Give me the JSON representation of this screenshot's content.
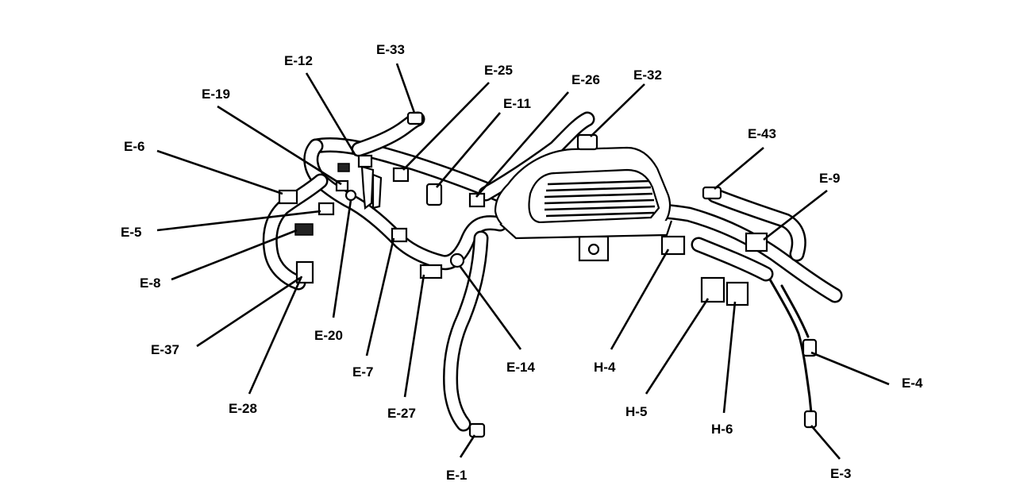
{
  "diagram": {
    "colors": {
      "ink": "#000000",
      "background": "#ffffff"
    },
    "labels": {
      "E-33": "E-33",
      "E-12": "E-12",
      "E-25": "E-25",
      "E-26": "E-26",
      "E-32": "E-32",
      "E-19": "E-19",
      "E-11": "E-11",
      "E-6": "E-6",
      "E-43": "E-43",
      "E-9": "E-9",
      "E-5": "E-5",
      "E-8": "E-8",
      "E-20": "E-20",
      "E-37": "E-37",
      "E-7": "E-7",
      "E-14": "E-14",
      "H-4": "H-4",
      "E-4": "E-4",
      "E-27": "E-27",
      "E-28": "E-28",
      "H-5": "H-5",
      "H-6": "H-6",
      "E-1": "E-1",
      "E-3": "E-3"
    }
  }
}
